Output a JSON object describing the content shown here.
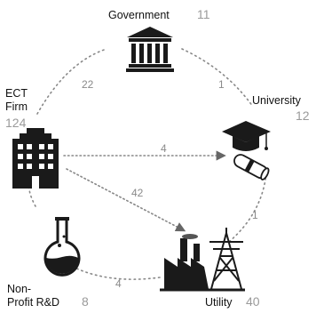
{
  "nodes": {
    "government": {
      "label": "Government",
      "count": "11",
      "icon": "government-building-icon"
    },
    "university": {
      "label": "University",
      "count": "12",
      "icon": "graduation-cap-diploma-icon"
    },
    "utility": {
      "label": "Utility",
      "count": "40",
      "icon": "factory-power-tower-icon"
    },
    "nonprofit": {
      "label_line1": "Non-",
      "label_line2": "Profit R&D",
      "count": "8",
      "icon": "flask-icon"
    },
    "ect_firm": {
      "label_line1": "ECT",
      "label_line2": "Firm",
      "count": "124",
      "icon": "office-building-icon"
    }
  },
  "edges": {
    "ect_government": "22",
    "government_university": "1",
    "university_utility": "1",
    "utility_nonprofit": "4",
    "ect_university": "4",
    "ect_utility": "42"
  }
}
